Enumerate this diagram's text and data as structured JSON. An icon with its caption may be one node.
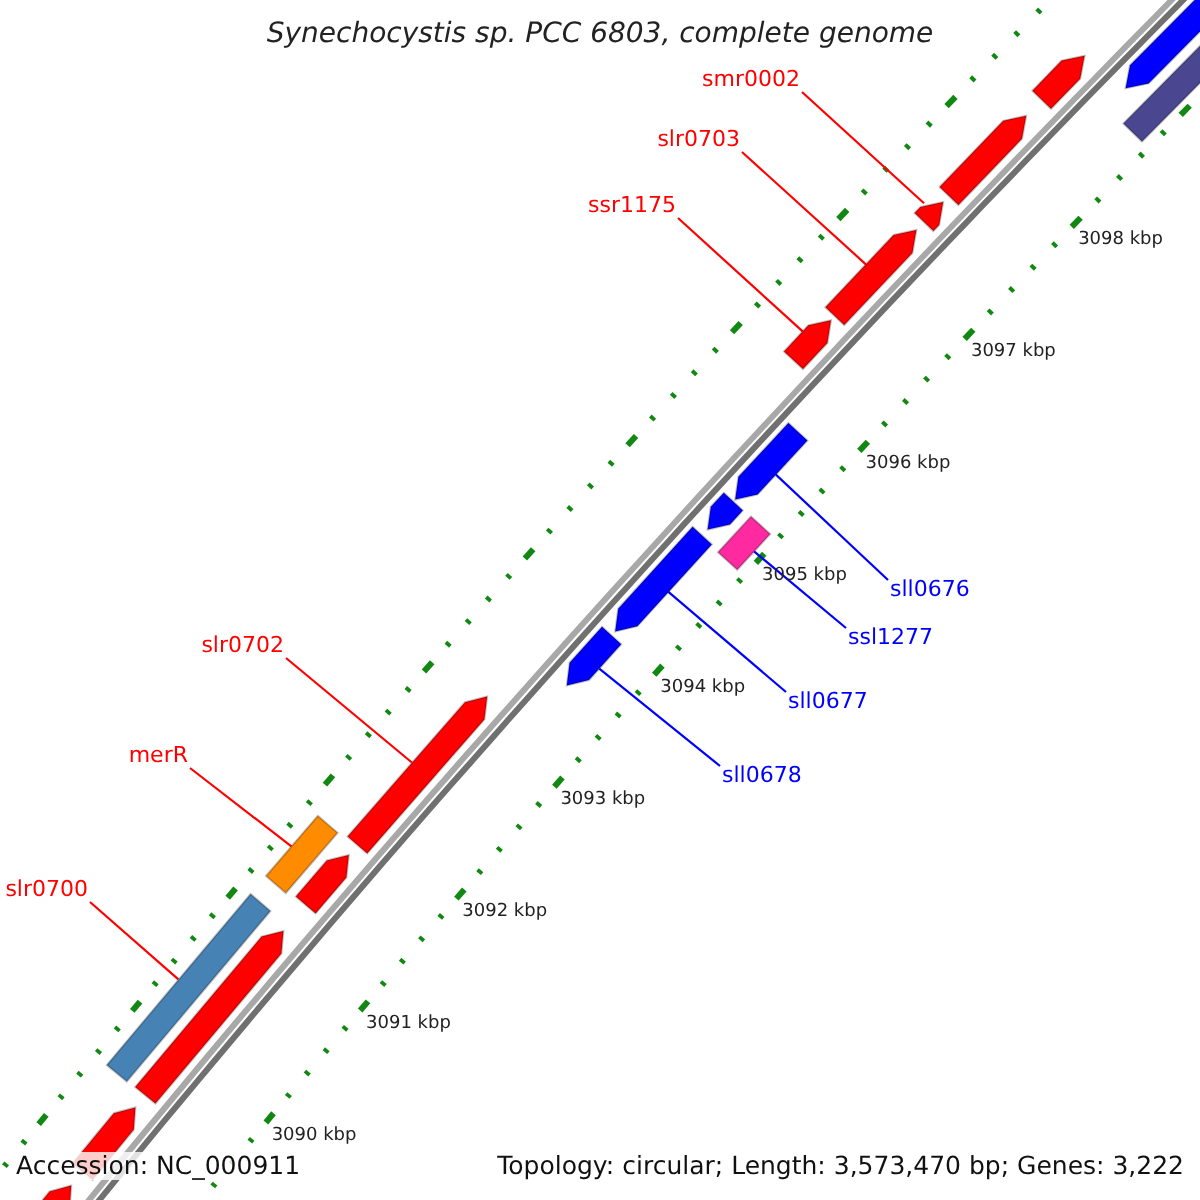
{
  "diagram": {
    "title": "Synechocystis sp. PCC 6803, complete genome",
    "nodes": [
      {
        "text": [
          "smr0002"
        ]
      },
      {
        "text": [
          "slr0703"
        ]
      },
      {
        "text": [
          "ssr1175"
        ]
      },
      {
        "text": [
          "sll0676"
        ]
      },
      {
        "text": [
          "ssl1277"
        ]
      },
      {
        "text": [
          "slr0702"
        ]
      },
      {
        "text": [
          "sll0677"
        ]
      },
      {
        "text": [
          "sll0678"
        ]
      },
      {
        "text": [
          "merR"
        ]
      },
      {
        "text": [
          "slr0700"
        ]
      },
      {
        "text": [],
        "shape": "bar"
      },
      {
        "text": [],
        "shape": "bar"
      },
      {
        "text": [],
        "shape": "bar"
      },
      {
        "text": [],
        "shape": "bar"
      },
      {
        "text": [],
        "shape": "bar"
      },
      {
        "text": [],
        "shape": "bar"
      },
      {
        "text": [],
        "shape": "bar"
      },
      {
        "text": [],
        "shape": "bar"
      },
      {
        "text": [],
        "shape": "bar"
      },
      {
        "text": [],
        "shape": "bar"
      },
      {
        "text": [],
        "shape": "bar"
      },
      {
        "text": [],
        "shape": "bar"
      },
      {
        "text": [],
        "shape": "bar"
      },
      {
        "text": [],
        "shape": "bar"
      },
      {
        "text": [],
        "shape": "bar"
      },
      {
        "text": [],
        "shape": "bar"
      },
      {
        "text": [],
        "shape": "bar"
      },
      {
        "text": [],
        "shape": "bar"
      },
      {
        "text": [],
        "shape": "bar"
      }
    ],
    "edges": [
      {
        "from": 0,
        "to": 14,
        "arrow": "none"
      },
      {
        "from": 1,
        "to": 15,
        "arrow": "none"
      },
      {
        "from": 2,
        "to": 16,
        "arrow": "none"
      },
      {
        "from": 3,
        "to": 17,
        "arrow": "none",
        "color": "#0000ff"
      },
      {
        "from": 4,
        "to": 19,
        "arrow": "none",
        "color": "#0000ff"
      },
      {
        "from": 5,
        "to": 22,
        "arrow": "none"
      },
      {
        "from": 6,
        "to": 20,
        "arrow": "none",
        "color": "#0000ff"
      },
      {
        "from": 7,
        "to": 21,
        "arrow": "none",
        "color": "#0000ff"
      },
      {
        "from": 8,
        "to": 23,
        "arrow": "none"
      },
      {
        "from": 9,
        "to": 25,
        "arrow": "none"
      }
    ],
    "labels": [
      "3098 kbp",
      "3097 kbp",
      "3096 kbp",
      "3095 kbp",
      "3094 kbp",
      "3093 kbp",
      "3092 kbp",
      "3091 kbp",
      "3090 kbp",
      "Accession: NC_000911",
      "Topology: circular; Length: 3,573,470 bp; Genes: 3,222"
    ]
  }
}
